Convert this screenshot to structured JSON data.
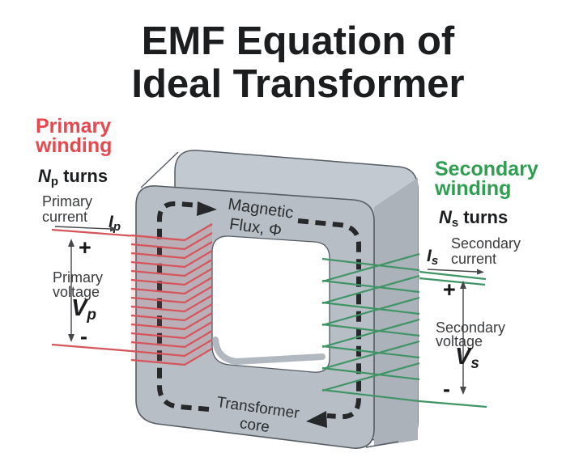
{
  "title": {
    "line1": "EMF Equation of",
    "line2": "Ideal Transformer"
  },
  "primary": {
    "winding_line1": "Primary",
    "winding_line2": "winding",
    "turns_symbol": "N",
    "turns_sub": "p",
    "turns_word": "turns",
    "current_line1": "Primary",
    "current_line2": "current",
    "current_symbol": "I",
    "current_sub": "p",
    "plus": "+",
    "minus": "-",
    "voltage_line1": "Primary",
    "voltage_line2": "voltage",
    "voltage_symbol": "V",
    "voltage_sub": "p"
  },
  "secondary": {
    "winding_line1": "Secondary",
    "winding_line2": "winding",
    "turns_symbol": "N",
    "turns_sub": "s",
    "turns_word": "turns",
    "current_line1": "Secondary",
    "current_line2": "current",
    "current_symbol": "I",
    "current_sub": "s",
    "plus": "+",
    "minus": "-",
    "voltage_line1": "Secondary",
    "voltage_line2": "voltage",
    "voltage_symbol": "V",
    "voltage_sub": "s"
  },
  "core": {
    "flux_line1": "Magnetic",
    "flux_line2": "Flux, Φ",
    "label_line1": "Transformer",
    "label_line2": "core"
  },
  "windings": {
    "primary_turns": 15,
    "secondary_turns": 7
  },
  "colors": {
    "primary_accent": "#e8474d",
    "primary_wire": "#d5555b",
    "secondary_accent": "#2e9e50",
    "secondary_wire": "#3f9565",
    "core_fill": "#b7bec6",
    "core_back_fill": "#c3c9d0",
    "core_side_fill": "#abb2ba",
    "core_stroke": "#565c64",
    "flux_dash": "#26282a",
    "text_dark": "#1c1d1f",
    "text_gray": "#3a3b3d"
  }
}
